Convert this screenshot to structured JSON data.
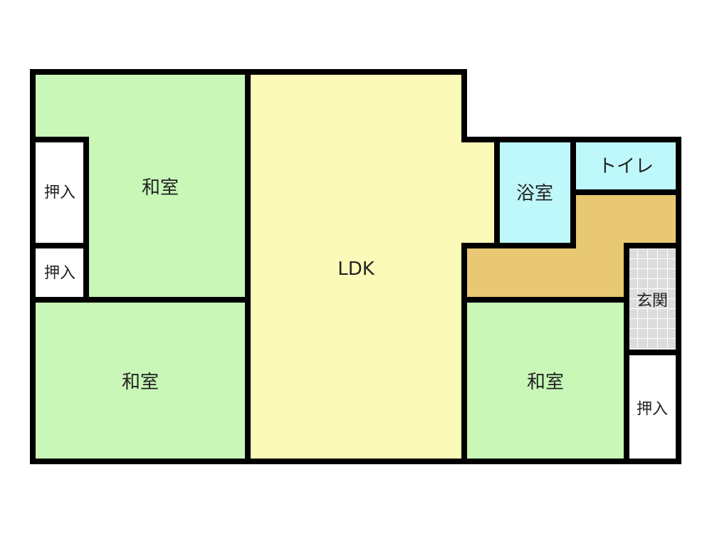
{
  "colors": {
    "washitsu": "#c8f7b8",
    "ldk": "#fbfab8",
    "water": "#bff8fa",
    "corridor": "#e8c872",
    "genkan": "#dcdcdc",
    "closet": "#ffffff",
    "wall": "#000000"
  },
  "rooms": {
    "washitsu_top_left": "和室",
    "washitsu_bottom_left": "和室",
    "washitsu_right": "和室",
    "closet_left_upper": "押入",
    "closet_left_lower": "押入",
    "closet_right": "押入",
    "ldk": "LDK",
    "bath": "浴室",
    "toilet": "トイレ",
    "genkan": "玄関"
  }
}
